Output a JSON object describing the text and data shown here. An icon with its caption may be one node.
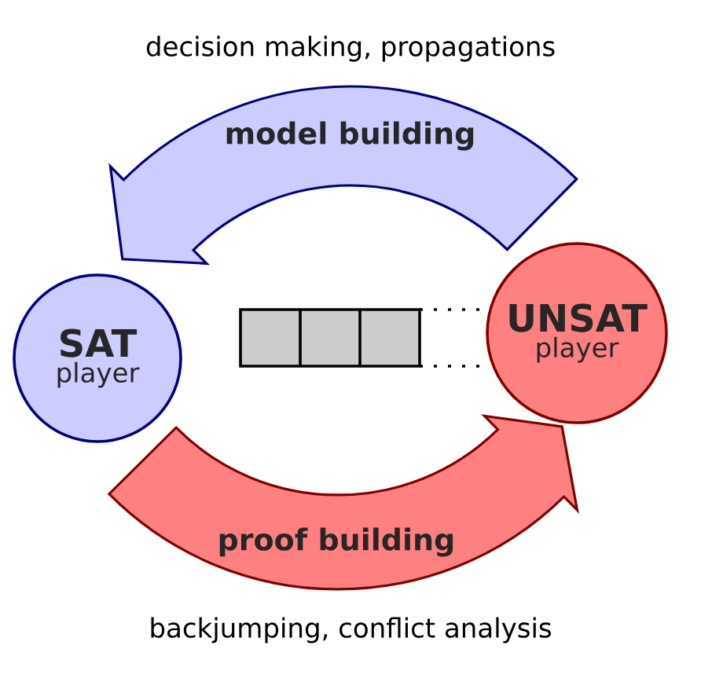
{
  "diagram": {
    "nodes": [
      {
        "text": [
          "SAT",
          "player"
        ]
      },
      {
        "text": [
          "UNSAT",
          "player"
        ]
      }
    ],
    "edges": [
      {
        "from": 1,
        "to": 0,
        "arrow": "to",
        "label": "model building",
        "color": "#000080"
      },
      {
        "from": 0,
        "to": 1,
        "arrow": "to",
        "label": "proof building",
        "color": "#800000"
      }
    ],
    "labels": [
      "decision making, propagations",
      "backjumping, conflict analysis"
    ]
  }
}
